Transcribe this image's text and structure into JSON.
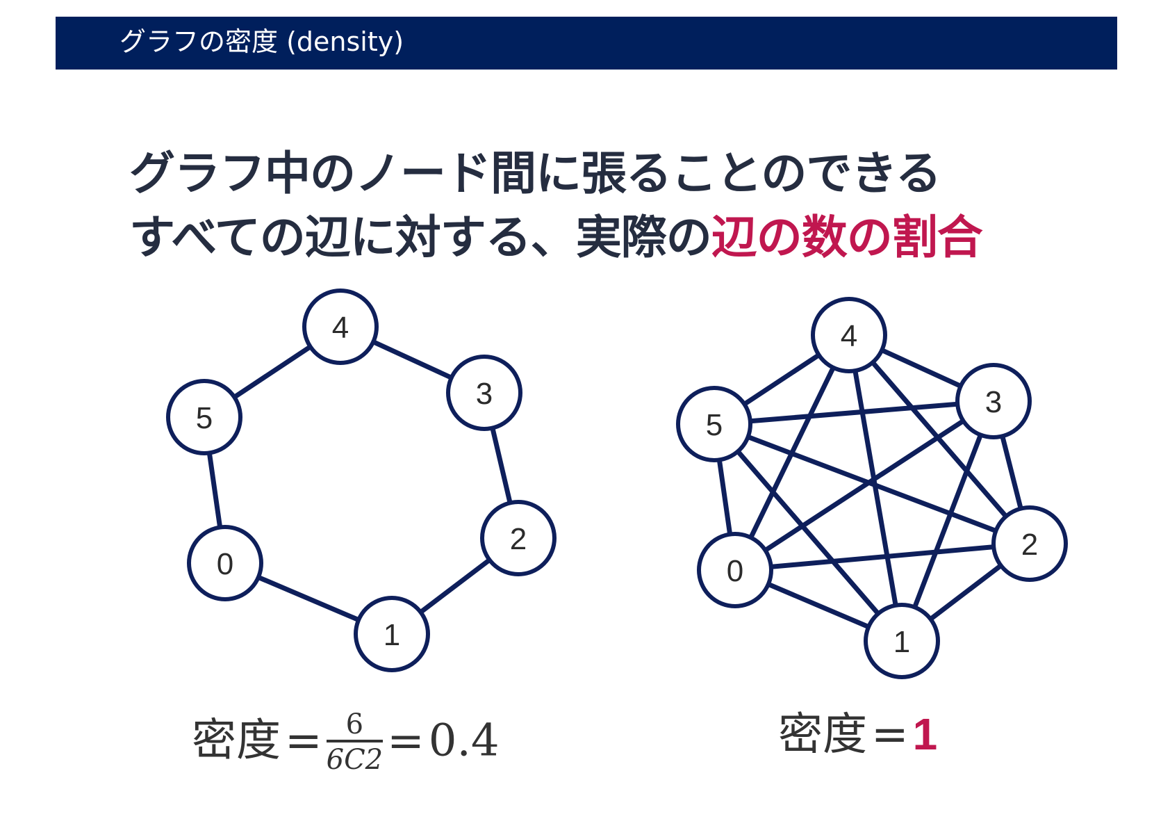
{
  "header": {
    "title": "グラフの密度 (density)"
  },
  "headline": {
    "line1": "グラフ中のノード間に張ることのできる",
    "line2_plain": "すべての辺に対する、実際の",
    "line2_accent": "辺の数の割合"
  },
  "colors": {
    "header_bg": "#001f5c",
    "node_stroke": "#0e1f5b",
    "accent": "#c0174f",
    "text_dark": "#252d40"
  },
  "graphs": [
    {
      "name": "sparse-graph",
      "nodes": [
        "0",
        "1",
        "2",
        "3",
        "4",
        "5"
      ],
      "edges": [
        [
          "0",
          "1"
        ],
        [
          "1",
          "2"
        ],
        [
          "2",
          "3"
        ],
        [
          "3",
          "4"
        ],
        [
          "4",
          "5"
        ],
        [
          "5",
          "0"
        ]
      ],
      "formula": {
        "label": "密度",
        "equals": "=",
        "numerator": "6",
        "denominator": "6C2",
        "equals2": "=",
        "result": "0.4"
      }
    },
    {
      "name": "complete-graph",
      "nodes": [
        "0",
        "1",
        "2",
        "3",
        "4",
        "5"
      ],
      "edges": [
        [
          "0",
          "1"
        ],
        [
          "0",
          "2"
        ],
        [
          "0",
          "3"
        ],
        [
          "0",
          "4"
        ],
        [
          "0",
          "5"
        ],
        [
          "1",
          "2"
        ],
        [
          "1",
          "3"
        ],
        [
          "1",
          "4"
        ],
        [
          "1",
          "5"
        ],
        [
          "2",
          "3"
        ],
        [
          "2",
          "4"
        ],
        [
          "2",
          "5"
        ],
        [
          "3",
          "4"
        ],
        [
          "3",
          "5"
        ],
        [
          "4",
          "5"
        ]
      ],
      "formula": {
        "label": "密度",
        "equals": "=",
        "result": "1"
      }
    }
  ]
}
